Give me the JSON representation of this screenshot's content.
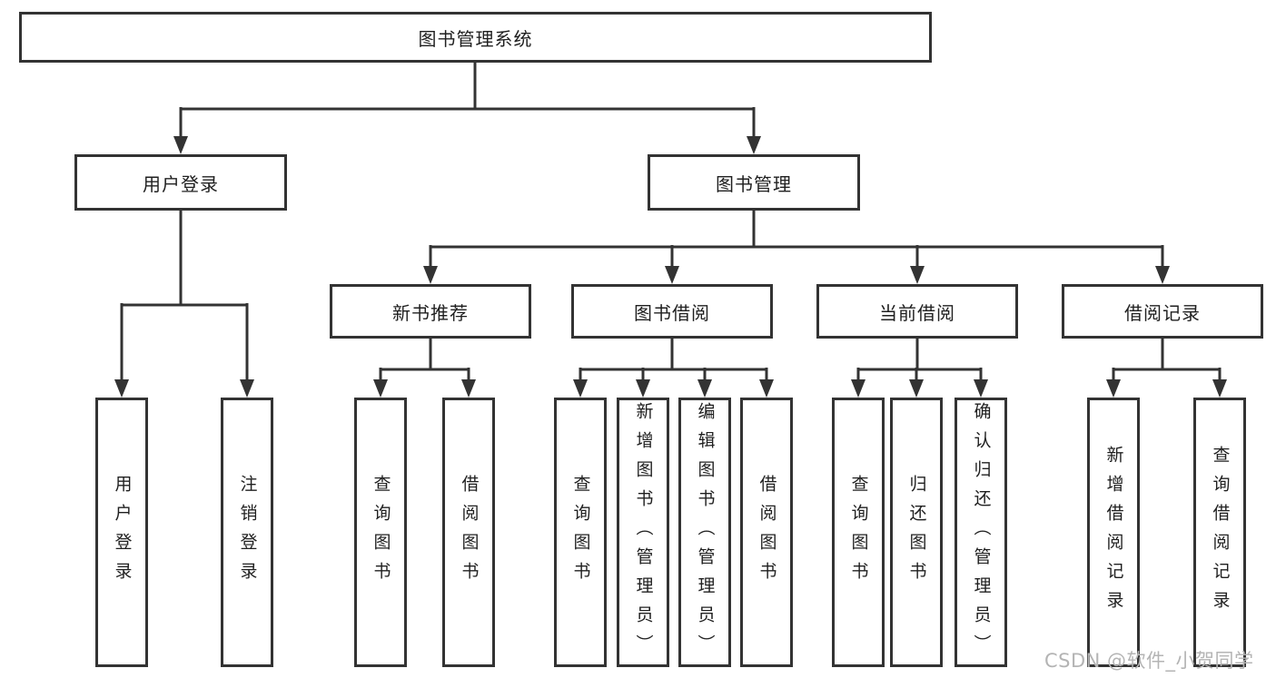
{
  "diagram": {
    "root": {
      "label": "图书管理系统"
    },
    "level2": {
      "user_login": {
        "label": "用户登录"
      },
      "book_management": {
        "label": "图书管理"
      }
    },
    "level3": {
      "new_book_recommend": {
        "label": "新书推荐"
      },
      "book_borrowing": {
        "label": "图书借阅"
      },
      "current_borrowing": {
        "label": "当前借阅"
      },
      "borrowing_records": {
        "label": "借阅记录"
      }
    },
    "leaves": {
      "user_login": {
        "label": "用户登录"
      },
      "logout": {
        "label": "注销登录"
      },
      "recommend_query_books": {
        "label": "查询图书"
      },
      "recommend_borrow_books": {
        "label": "借阅图书"
      },
      "borrowing_query_books": {
        "label": "查询图书"
      },
      "borrowing_add_books_admin": {
        "label": "新增图书（管理员）"
      },
      "borrowing_edit_books_admin": {
        "label": "编辑图书（管理员）"
      },
      "borrowing_borrow_books": {
        "label": "借阅图书"
      },
      "current_query_books": {
        "label": "查询图书"
      },
      "current_return_books": {
        "label": "归还图书"
      },
      "current_confirm_return_admin": {
        "label": "确认归还（管理员）"
      },
      "records_add_record": {
        "label": "新增借阅记录"
      },
      "records_query_record": {
        "label": "查询借阅记录"
      }
    },
    "watermark": "CSDN @软件_小贺同学",
    "colors": {
      "line": "#333333",
      "text": "#1f1f1f",
      "watermark": "#b4b4b4"
    }
  }
}
